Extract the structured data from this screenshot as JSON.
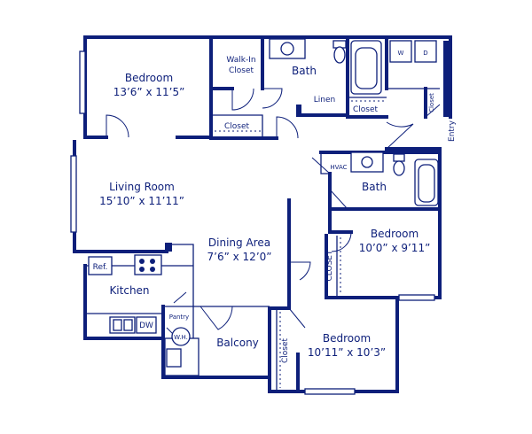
{
  "rooms": {
    "bedroom_nw": {
      "name": "Bedroom",
      "size": "13’6” x 11’5”"
    },
    "walk_in_closet": {
      "line1": "Walk-In",
      "line2": "Closet"
    },
    "bath_top": {
      "name": "Bath"
    },
    "linen": {
      "name": "Linen"
    },
    "closet_hall": {
      "name": "Closet"
    },
    "closet_nw_bed": {
      "name": "Closet"
    },
    "closet_entry": {
      "name": "Closet"
    },
    "washer": {
      "name": "W"
    },
    "dryer": {
      "name": "D"
    },
    "entry": {
      "name": "Entry"
    },
    "hvac": {
      "name": "HVAC"
    },
    "bath_mid": {
      "name": "Bath"
    },
    "living_room": {
      "name": "Living Room",
      "size": "15’10” x 11’11”"
    },
    "dining_area": {
      "name": "Dining Area",
      "size": "7’6” x 12’0”"
    },
    "bedroom_east": {
      "name": "Bedroom",
      "size": "10’0” x 9’11”"
    },
    "closet_east": {
      "name": "CLOSET"
    },
    "refrigerator": {
      "name": "Ref."
    },
    "kitchen": {
      "name": "Kitchen"
    },
    "pantry": {
      "name": "Pantry"
    },
    "dishwasher": {
      "name": "DW"
    },
    "water_heater": {
      "name": "W.H."
    },
    "balcony": {
      "name": "Balcony"
    },
    "closet_se": {
      "name": "Closet"
    },
    "bedroom_se": {
      "name": "Bedroom",
      "size": "10’11” x 10’3”"
    }
  },
  "colors": {
    "wall": "#0d1f7a",
    "background": "#ffffff"
  }
}
